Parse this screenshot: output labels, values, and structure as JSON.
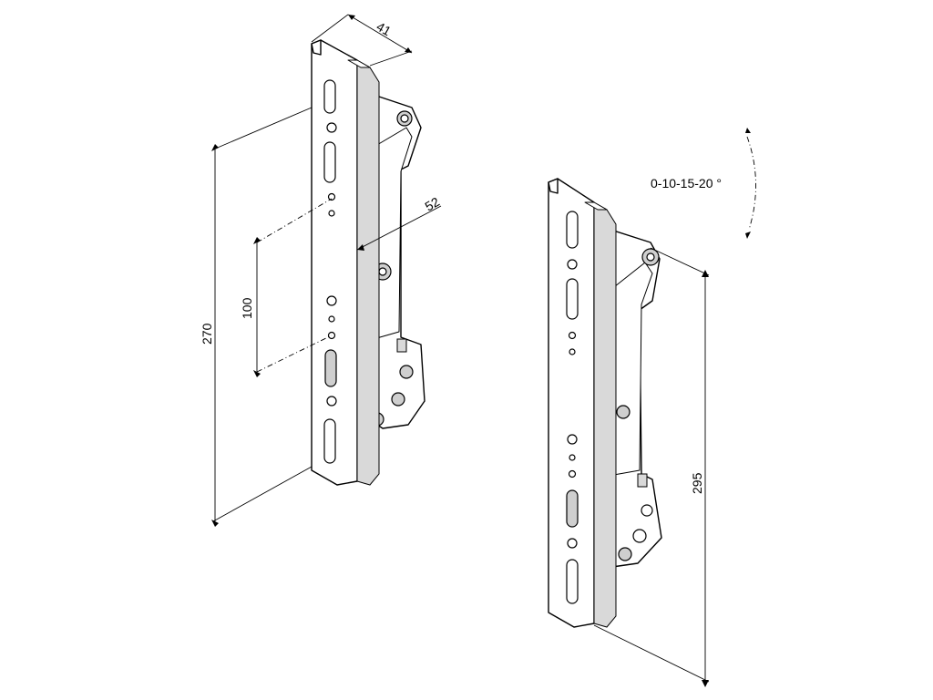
{
  "dimensions": {
    "width_label": "41",
    "depth_label": "52",
    "spacing_label": "100",
    "height_label": "270",
    "overall_height_label": "295",
    "tilt_label": "0-10-15-20 °"
  }
}
